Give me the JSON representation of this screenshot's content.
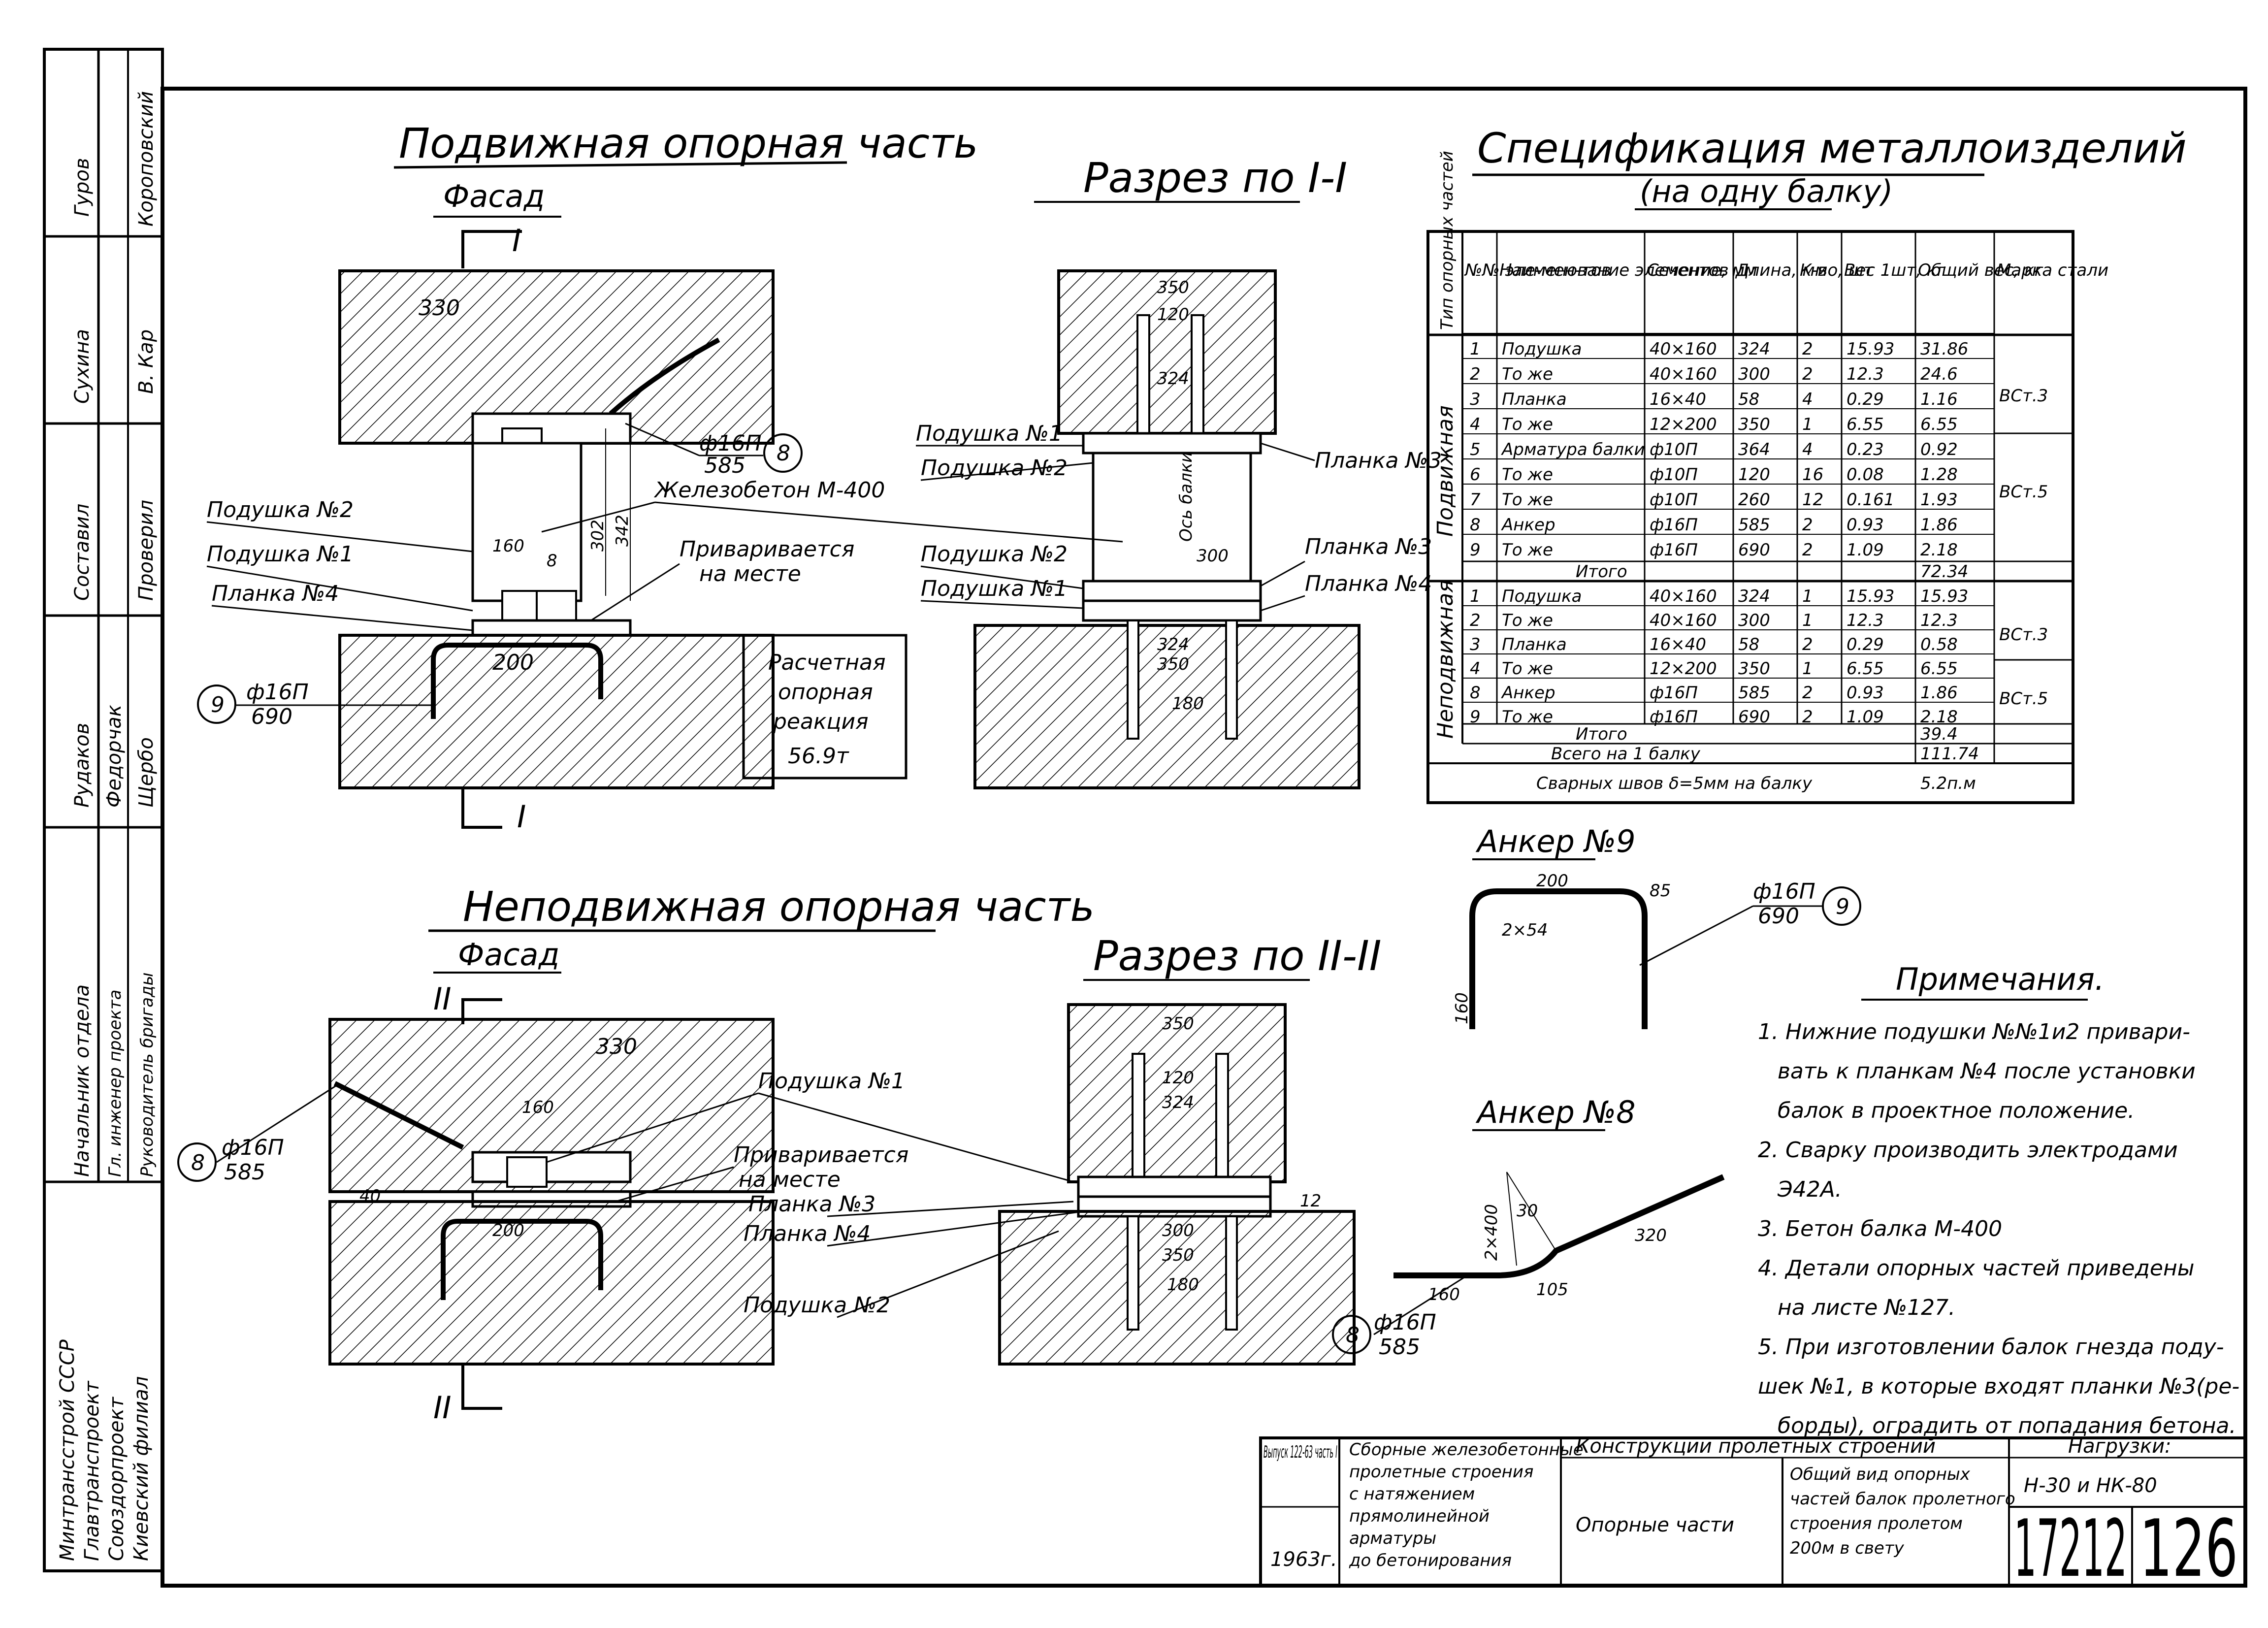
{
  "drawing": {
    "title_movable": "Подвижная опорная часть",
    "facade_1": "Фасад",
    "section_1": "Разрез по I-I",
    "section_mark_1": "I",
    "title_fixed": "Неподвижная опорная часть",
    "facade_2": "Фасад",
    "section_2": "Разрез по II-II",
    "section_mark_2": "II",
    "labels": {
      "pod1": "Подушка №1",
      "pod2": "Подушка №2",
      "plank3": "Планка №3",
      "plank4": "Планка №4",
      "concrete": "Железобетон М-400",
      "welded_1": "Приваривается",
      "welded_2": "на месте",
      "reaction_1": "Расчетная",
      "reaction_2": "опорная",
      "reaction_3": "реакция",
      "reaction_4": "56.9т",
      "axis_beam": "Ось балки",
      "anchor9_title": "Анкер №9",
      "anchor8_title": "Анкер №8",
      "bar16_585": "ф16П",
      "len_585": "585",
      "bar16_690": "ф16П",
      "len_690": "690",
      "callout_8": "8",
      "callout_9": "9"
    },
    "dims": {
      "d330": "330",
      "d350": "350",
      "d120": "120",
      "d324": "324",
      "d300": "300",
      "d200": "200",
      "d160": "160",
      "d320": "320",
      "d105": "105",
      "d85": "85",
      "d180": "180",
      "d40": "40",
      "d12": "12",
      "d342": "342",
      "d302": "302",
      "d2x54": "2×54",
      "d2x400": "2×400",
      "d30": "30"
    }
  },
  "spec": {
    "title": "Спецификация металлоизделий",
    "subtitle": "(на одну балку)",
    "headers": {
      "type": "Тип опорных частей",
      "num": "№№ эле-мен-тов",
      "name": "Наименование элементов",
      "section": "Сечение, мм",
      "length": "Длина, мм",
      "qty": "К-во, шт",
      "weight": "Вес 1шт, кг",
      "total": "Общий вес, кг",
      "steel": "Марка стали"
    },
    "group_movable": "Подвижная",
    "group_fixed": "Неподвижная",
    "rows_movable": [
      {
        "n": "1",
        "name": "Подушка",
        "sec": "40×160",
        "len": "324",
        "q": "2",
        "w": "15.93",
        "t": "31.86"
      },
      {
        "n": "2",
        "name": "То же",
        "sec": "40×160",
        "len": "300",
        "q": "2",
        "w": "12.3",
        "t": "24.6"
      },
      {
        "n": "3",
        "name": "Планка",
        "sec": "16×40",
        "len": "58",
        "q": "4",
        "w": "0.29",
        "t": "1.16"
      },
      {
        "n": "4",
        "name": "То же",
        "sec": "12×200",
        "len": "350",
        "q": "1",
        "w": "6.55",
        "t": "6.55"
      },
      {
        "n": "5",
        "name": "Арматура балки",
        "sec": "ф10П",
        "len": "364",
        "q": "4",
        "w": "0.23",
        "t": "0.92"
      },
      {
        "n": "6",
        "name": "То же",
        "sec": "ф10П",
        "len": "120",
        "q": "16",
        "w": "0.08",
        "t": "1.28"
      },
      {
        "n": "7",
        "name": "То же",
        "sec": "ф10П",
        "len": "260",
        "q": "12",
        "w": "0.161",
        "t": "1.93"
      },
      {
        "n": "8",
        "name": "Анкер",
        "sec": "ф16П",
        "len": "585",
        "q": "2",
        "w": "0.93",
        "t": "1.86"
      },
      {
        "n": "9",
        "name": "То же",
        "sec": "ф16П",
        "len": "690",
        "q": "2",
        "w": "1.09",
        "t": "2.18"
      }
    ],
    "steel_m1": "ВСт.3",
    "steel_m2": "ВСт.5",
    "subtotal_label_m": "Итого",
    "subtotal_m": "72.34",
    "rows_fixed": [
      {
        "n": "1",
        "name": "Подушка",
        "sec": "40×160",
        "len": "324",
        "q": "1",
        "w": "15.93",
        "t": "15.93"
      },
      {
        "n": "2",
        "name": "То же",
        "sec": "40×160",
        "len": "300",
        "q": "1",
        "w": "12.3",
        "t": "12.3"
      },
      {
        "n": "3",
        "name": "Планка",
        "sec": "16×40",
        "len": "58",
        "q": "2",
        "w": "0.29",
        "t": "0.58"
      },
      {
        "n": "4",
        "name": "То же",
        "sec": "12×200",
        "len": "350",
        "q": "1",
        "w": "6.55",
        "t": "6.55"
      },
      {
        "n": "8",
        "name": "Анкер",
        "sec": "ф16П",
        "len": "585",
        "q": "2",
        "w": "0.93",
        "t": "1.86"
      },
      {
        "n": "9",
        "name": "То же",
        "sec": "ф16П",
        "len": "690",
        "q": "2",
        "w": "1.09",
        "t": "2.18"
      }
    ],
    "steel_f1": "ВСт.3",
    "steel_f2": "ВСт.5",
    "subtotal_label_f": "Итого",
    "subtotal_f": "39.4",
    "total_label": "Всего на 1 балку",
    "total": "111.74",
    "welds_label": "Сварных швов δ=5мм на балку",
    "welds": "5.2п.м"
  },
  "notes": {
    "title": "Примечания.",
    "lines": [
      "1. Нижние подушки №№1и2 привари-",
      "вать к планкам №4 после установки",
      "балок в проектное положение.",
      "2. Сварку производить электродами",
      "Э42А.",
      "3. Бетон балка М-400",
      "4. Детали опорных частей приведены",
      "на листе №127.",
      "5. При изготовлении балок гнезда поду-",
      "шек №1, в которые входят планки №3(ре-",
      "борды), оградить от попадания бетона."
    ]
  },
  "side_stamp": {
    "org": [
      "Минтрансстрой СССР",
      "Главтранспроект",
      "Союздорпроект",
      "Киевский филиал"
    ],
    "roles": [
      "Начальник отдела",
      "Гл. инженер проекта",
      "Руководитель бригады"
    ],
    "cells": [
      "Гуров",
      "Короповский",
      "Сухина",
      "В. Кар",
      "Составил",
      "Проверил",
      "Рудаков",
      "Федорчак",
      "Щербо"
    ]
  },
  "title_block": {
    "issue": "Выпуск 122-63 часть I",
    "year": "1963г.",
    "series_lines": [
      "Сборные железобетонные",
      "пролетные строения",
      "с натяжением",
      "прямолинейной",
      "арматуры",
      "до бетонирования"
    ],
    "section_head": "Конструкции пролетных строений",
    "subject": "Опорные части",
    "desc_lines": [
      "Общий вид опорных",
      "частей балок пролетного",
      "строения пролетом",
      "200м в свету"
    ],
    "load_label": "Нагрузки:",
    "load_value": "Н-30 и НК-80",
    "number": "17212",
    "sheet": "126"
  }
}
